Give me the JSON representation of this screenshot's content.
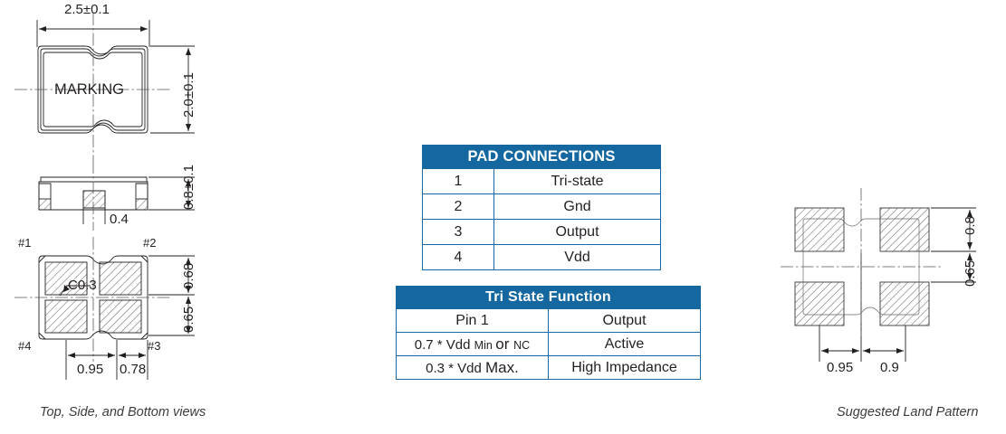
{
  "drawings": {
    "top_view": {
      "width_dim": "2.5±0.1",
      "height_dim": "2.0±0.1",
      "marking_label": "MARKING"
    },
    "side_view": {
      "height_dim": "0.8±0.1",
      "center_dim": "0.4"
    },
    "bottom_view": {
      "pin_labels": [
        "#1",
        "#2",
        "#3",
        "#4"
      ],
      "chamfer_note": "C0.3",
      "vert_dim_upper": "0.68",
      "vert_dim_lower": "0.65",
      "horiz_dim_left": "0.95",
      "horiz_dim_right": "0.78"
    },
    "land_pattern": {
      "vert_dim_upper": "0.8",
      "vert_dim_lower": "0.65",
      "horiz_dim_left": "0.95",
      "horiz_dim_right": "0.9"
    },
    "captions": {
      "left": "Top, Side, and  Bottom  views",
      "right": "Suggested Land Pattern"
    }
  },
  "pad_connections": {
    "header": "PAD CONNECTIONS",
    "rows": [
      {
        "pin": "1",
        "function": "Tri-state"
      },
      {
        "pin": "2",
        "function": "Gnd"
      },
      {
        "pin": "3",
        "function": "Output"
      },
      {
        "pin": "4",
        "function": "Vdd"
      }
    ]
  },
  "tri_state_function": {
    "header": "Tri State Function",
    "col_headers": {
      "left": "Pin 1",
      "right": "Output"
    },
    "rows": [
      {
        "condition_parts": [
          {
            "text": "0.7 * Vdd ",
            "size": "md"
          },
          {
            "text": "Min ",
            "size": "sm"
          },
          {
            "text": "or ",
            "size": "lg"
          },
          {
            "text": "NC",
            "size": "sm"
          }
        ],
        "condition_plain": "0.7 * Vdd Min or NC",
        "state": "Active"
      },
      {
        "condition_parts": [
          {
            "text": "0.3 * Vdd ",
            "size": "md"
          },
          {
            "text": "Max.",
            "size": "lg"
          }
        ],
        "condition_plain": "0.3 * Vdd Max.",
        "state": "High Impedance"
      }
    ]
  },
  "colors": {
    "table_header_blue": "#14679f",
    "table_border_blue": "#1668a8",
    "line_black": "#231f20",
    "hatch_gray": "#6d6d6d"
  }
}
